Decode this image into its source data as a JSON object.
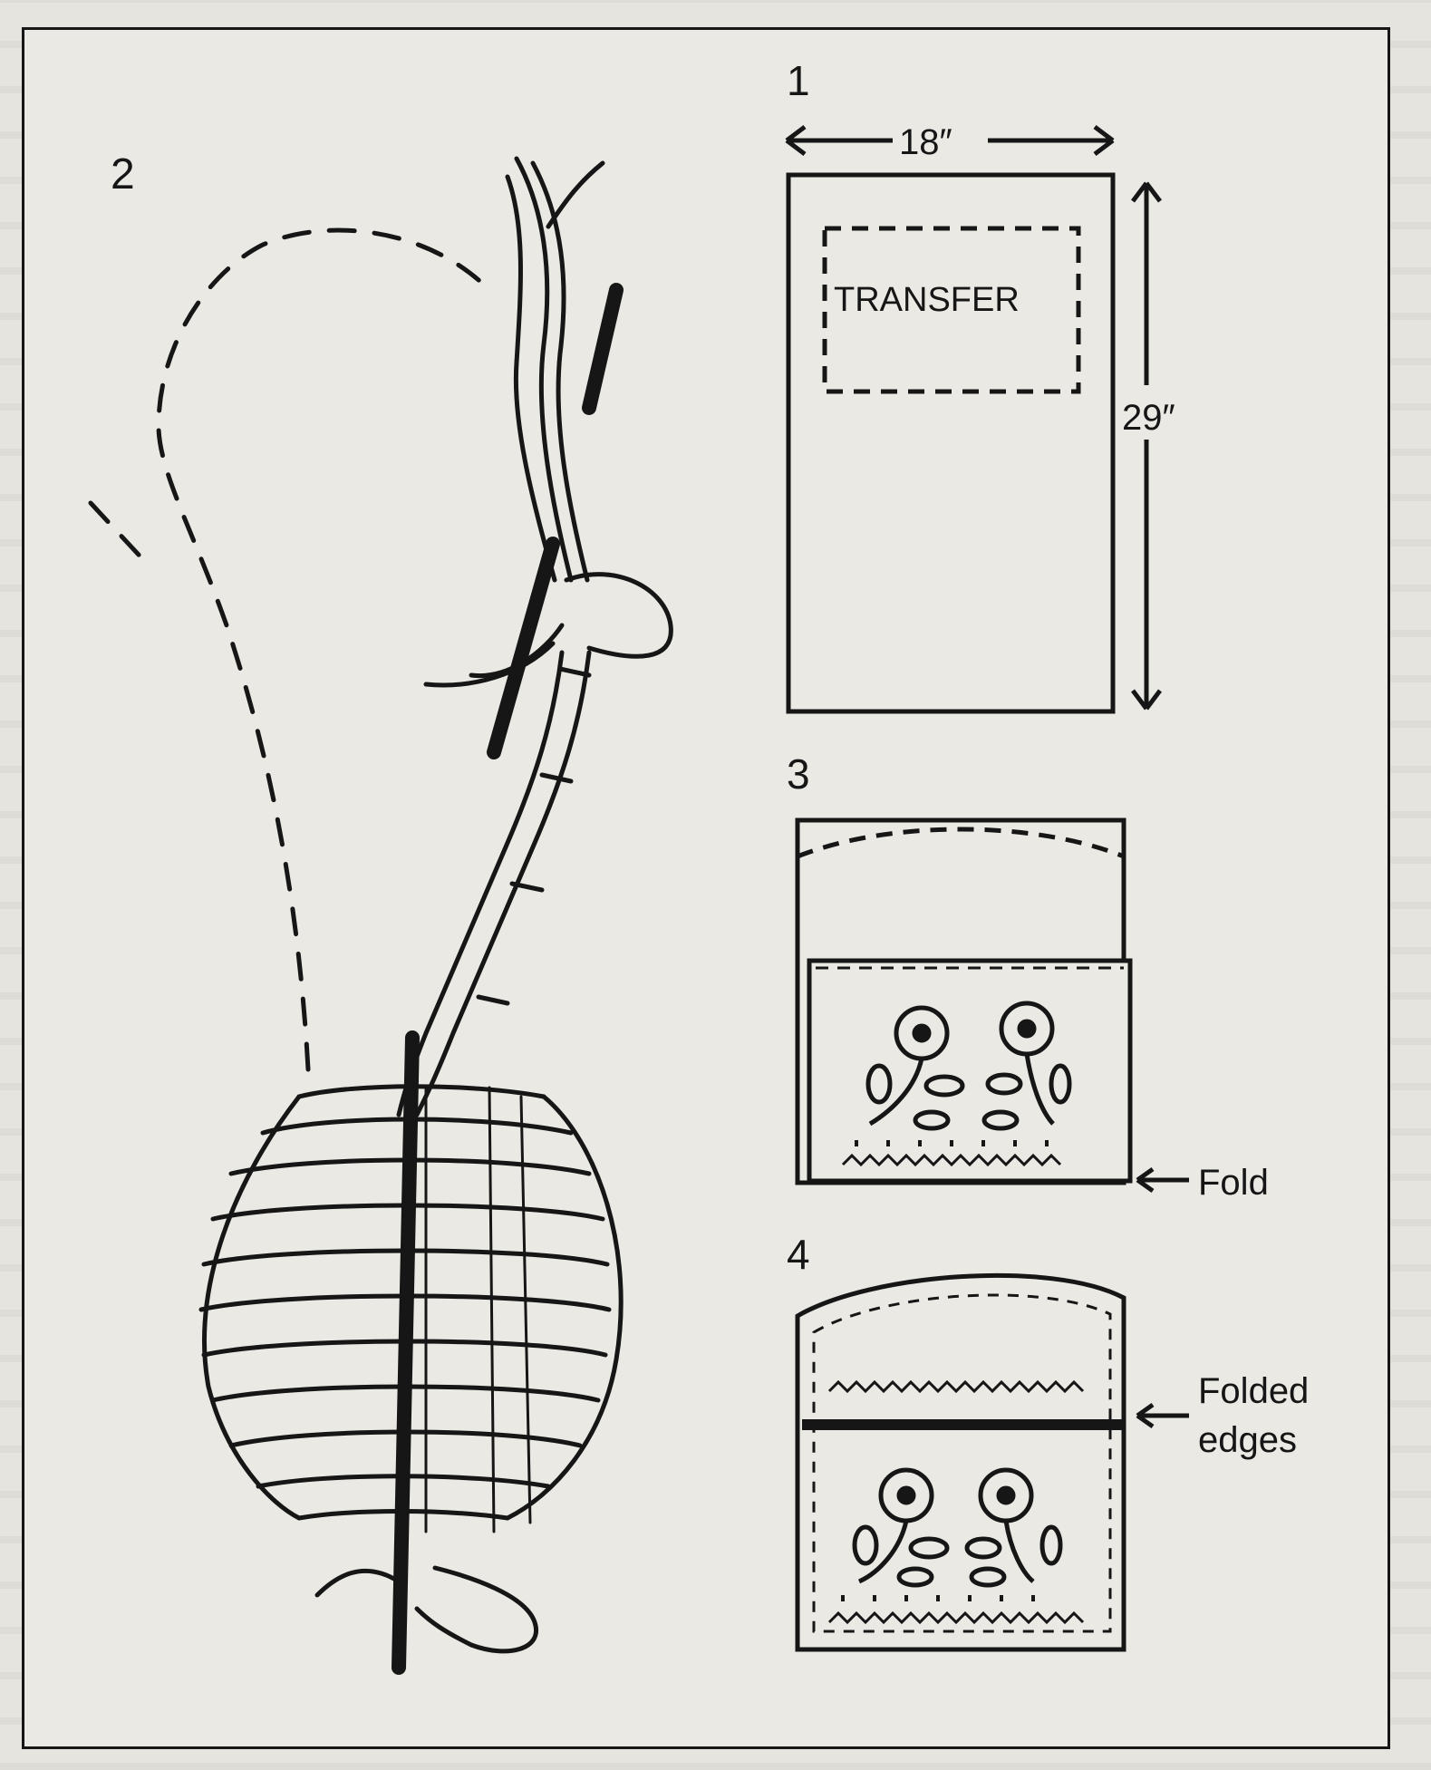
{
  "figures": [
    {
      "number": "1",
      "dimension_width": "18″",
      "dimension_height": "29″",
      "transfer_label": "TRANSFER"
    },
    {
      "number": "2"
    },
    {
      "number": "3",
      "arrow_label": "Fold"
    },
    {
      "number": "4",
      "arrow_label_line1": "Folded",
      "arrow_label_line2": "edges"
    }
  ]
}
